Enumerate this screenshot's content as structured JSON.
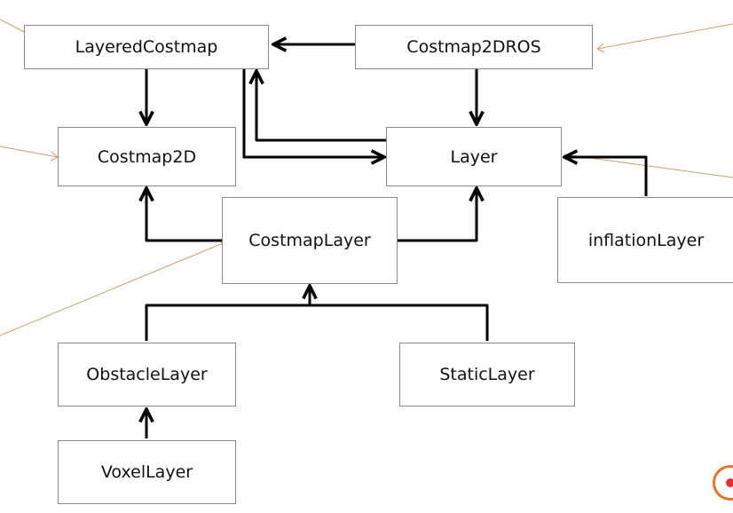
{
  "nodes": {
    "layered_costmap": "LayeredCostmap",
    "costmap2d_ros": "Costmap2DROS",
    "costmap2d": "Costmap2D",
    "layer": "Layer",
    "costmap_layer": "CostmapLayer",
    "inflation_layer": "inflationLayer",
    "obstacle_layer": "ObstacleLayer",
    "static_layer": "StaticLayer",
    "voxel_layer": "VoxelLayer"
  },
  "colors": {
    "node_border": "#8a8a8a",
    "connector": "#000000",
    "annotation_line": "#c8a070",
    "logo_ring": "#e8742a"
  },
  "icons": {
    "corner_logo": "logo-ring-icon"
  }
}
